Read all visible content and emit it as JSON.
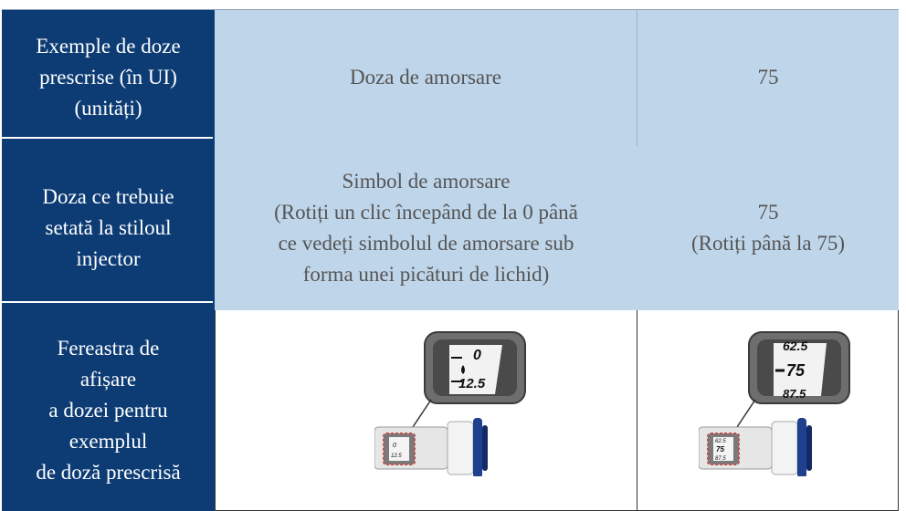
{
  "table": {
    "rows": [
      {
        "header": [
          "Exemple de doze",
          "prescrise (în UI)",
          "(unități)"
        ],
        "col2": [
          "Doza de amorsare"
        ],
        "col3": [
          "75"
        ]
      },
      {
        "header": [
          "Doza ce trebuie",
          "setată la stiloul",
          "injector"
        ],
        "col2": [
          "Simbol de amorsare",
          "(Rotiți un clic începând de la 0 până",
          "ce vedeți simbolul de amorsare sub",
          "forma unei picături de lichid)"
        ],
        "col3": [
          "75",
          "(Rotiți până la 75)"
        ]
      },
      {
        "header": [
          "Fereastra de",
          "afișare",
          "a dozei pentru",
          "exemplul",
          "de doză prescrisă"
        ]
      }
    ]
  },
  "pens": {
    "priming": {
      "zoom_marks": [
        "0",
        "12.5"
      ],
      "small_marks": [
        "0",
        "12.5"
      ]
    },
    "dose75": {
      "zoom_marks": [
        "62.5",
        "75",
        "87.5"
      ],
      "small_marks": [
        "62.5",
        "75",
        "87.5"
      ]
    }
  },
  "colors": {
    "header_bg": "#0d3c75",
    "cell_bg": "#bfd5ea",
    "pen_cap": "#1f3f8f"
  }
}
